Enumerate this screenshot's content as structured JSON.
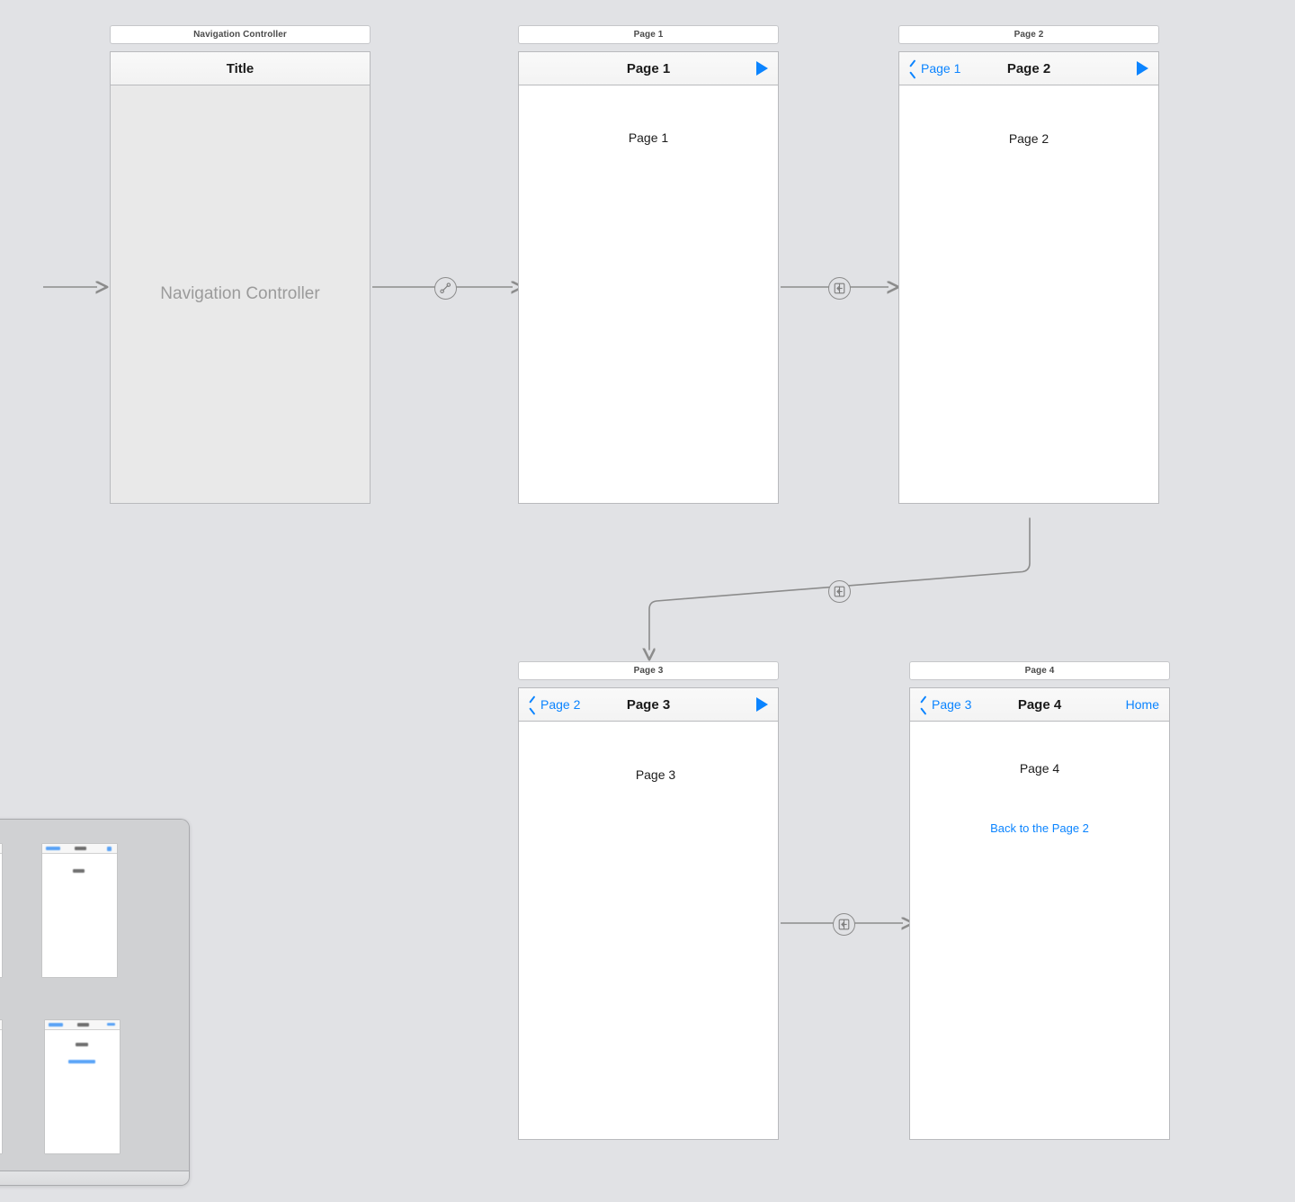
{
  "app": {
    "kind": "storyboard-canvas",
    "canvas_background": "#e1e2e5",
    "accent_blue": "#0b84ff",
    "connector_gray": "#8c8c8c"
  },
  "scenes": [
    {
      "id": "navigation-controller",
      "label": "Navigation Controller",
      "title_bar": "Title",
      "placeholder": "Navigation Controller"
    },
    {
      "id": "page-1",
      "label": "Page 1",
      "navbar": {
        "title": "Page 1",
        "back_label": "",
        "right_label": "",
        "right_icon": "play-triangle-icon"
      },
      "body_label": "Page 1",
      "body_link": ""
    },
    {
      "id": "page-2",
      "label": "Page 2",
      "navbar": {
        "title": "Page 2",
        "back_label": "Page 1",
        "right_label": "",
        "right_icon": "play-triangle-icon"
      },
      "body_label": "Page 2",
      "body_link": ""
    },
    {
      "id": "page-3",
      "label": "Page 3",
      "navbar": {
        "title": "Page 3",
        "back_label": "Page 2",
        "right_label": "",
        "right_icon": "play-triangle-icon"
      },
      "body_label": "Page 3",
      "body_link": ""
    },
    {
      "id": "page-4",
      "label": "Page 4",
      "navbar": {
        "title": "Page 4",
        "back_label": "Page 3",
        "right_label": "Home",
        "right_icon": ""
      },
      "body_label": "Page 4",
      "body_link": "Back to the Page 2"
    }
  ],
  "connectors": [
    {
      "id": "entry-point",
      "from": "",
      "to": "navigation-controller",
      "badge": ""
    },
    {
      "id": "root-segue",
      "from": "navigation-controller",
      "to": "page-1",
      "badge": "relationship-segue-icon"
    },
    {
      "id": "segue-1-to-2",
      "from": "page-1",
      "to": "page-2",
      "badge": "show-segue-icon"
    },
    {
      "id": "segue-2-to-3",
      "from": "page-2",
      "to": "page-3",
      "badge": "show-segue-icon"
    },
    {
      "id": "segue-3-to-4",
      "from": "page-3",
      "to": "page-4",
      "badge": "show-segue-icon"
    }
  ],
  "minimap": {
    "name": "document-outline-minimap",
    "mini_scenes": 4
  }
}
